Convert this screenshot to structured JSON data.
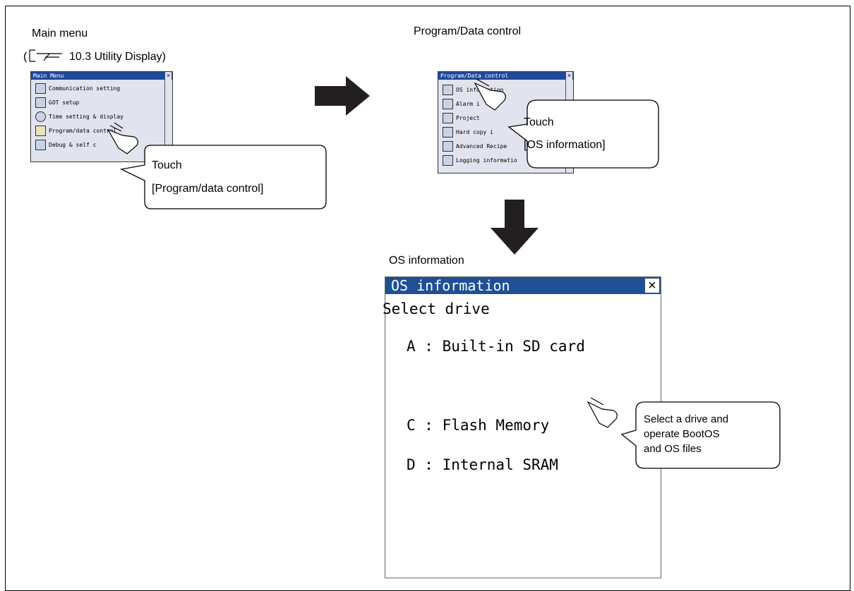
{
  "page": {
    "section_title_partial": "",
    "main_menu_caption": "Main menu",
    "reference_prefix": "(",
    "reference_text": "10.3 Utility Display)",
    "program_caption": "Program/Data control",
    "os_caption": "OS information"
  },
  "main_menu_screen": {
    "title": "Main Menu",
    "items": [
      {
        "label": "Communication setting"
      },
      {
        "label": "GOT setup"
      },
      {
        "label": "Time setting & display"
      },
      {
        "label": "Program/data control"
      },
      {
        "label": "Debug & self c"
      }
    ],
    "callout": {
      "line1": "Touch",
      "line2": "[Program/data control]"
    }
  },
  "program_screen": {
    "title": "Program/Data control",
    "items": [
      {
        "label": "OS information"
      },
      {
        "label": "Alarm i"
      },
      {
        "label": "Project"
      },
      {
        "label": "Hard copy i"
      },
      {
        "label": "Advanced Recipe"
      },
      {
        "label": "Logging informatio"
      }
    ],
    "callout": {
      "line1": "Touch",
      "line2": "[OS information]"
    }
  },
  "os_screen": {
    "title": "OS information",
    "close_glyph": "×",
    "subtitle": "Select drive",
    "drives": [
      {
        "label": "A : Built-in SD card"
      },
      {
        "label": "C : Flash Memory"
      },
      {
        "label": "D : Internal SRAM"
      }
    ],
    "callout": {
      "line1": "Select a drive and",
      "line2": "operate BootOS",
      "line3": "and OS files"
    }
  },
  "colors": {
    "titlebar": "#1f4f94",
    "screen_bg": "#e1e3ee",
    "arrow": "#231f20"
  }
}
